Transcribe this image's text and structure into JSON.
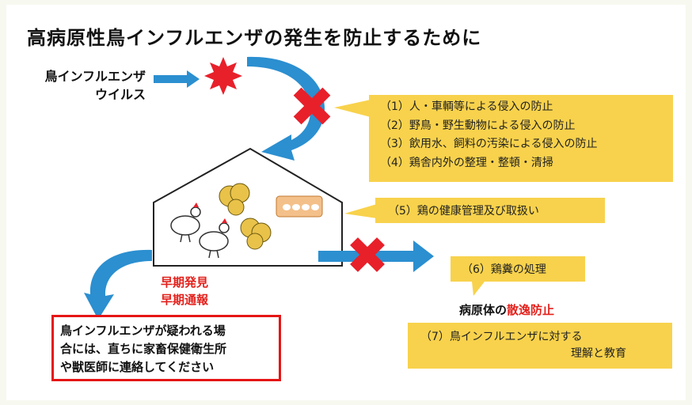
{
  "title": "高病原性鳥インフルエンザの発生を防止するために",
  "virus_label": {
    "line1": "鳥インフルエンザ",
    "line2": "ウイルス"
  },
  "measures": [
    "（1）人・車輌等による侵入の防止",
    "（2）野鳥・野生動物による侵入の防止",
    "（3）飲用水、飼料の汚染による侵入の防止",
    "（4）鶏舎内外の整理・整頓・清掃"
  ],
  "measure5": "（5）鶏の健康管理及び取扱い",
  "measure6": "（6）鶏糞の処理",
  "measure7": {
    "line1": "（7）鳥インフルエンザに対する",
    "line2": "理解と教育"
  },
  "early": {
    "line1": "早期発見",
    "line2": "早期通報"
  },
  "spread": {
    "prefix": "病原体の",
    "highlight": "散逸防止"
  },
  "notice": {
    "line1": "鳥インフルエンザが疑われる場",
    "line2": "合には、直ちに家畜保健衛生所",
    "line3": "や獣医師に連絡してください"
  },
  "colors": {
    "arrow": "#2b8fd0",
    "cross": "#e8202a",
    "callout": "#f8d24c",
    "red_text": "#e3211c"
  },
  "icons": [
    "virus-star-icon",
    "block-cross-icon",
    "chicken-icon",
    "chick-icon",
    "egg-tray-icon"
  ]
}
